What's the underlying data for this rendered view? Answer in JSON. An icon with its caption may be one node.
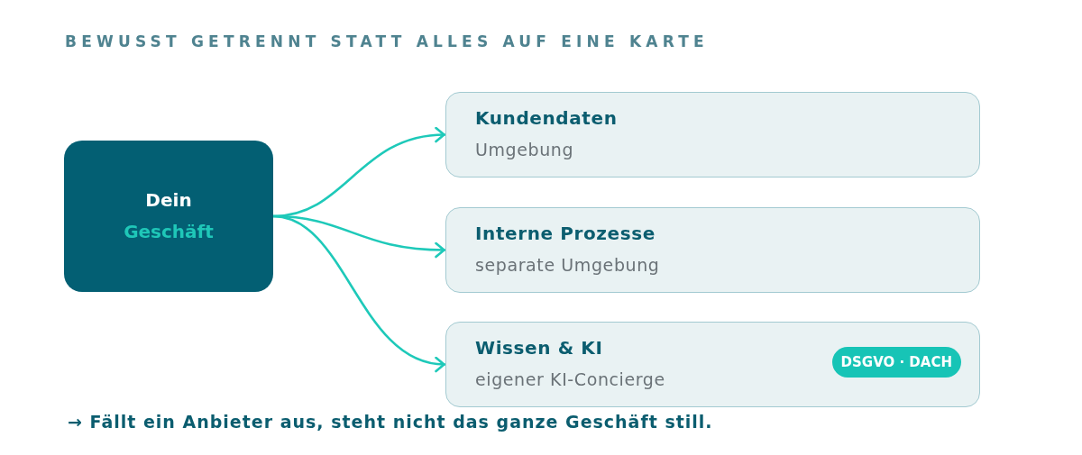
{
  "diagram": {
    "title": "BEWUSST GETRENNT STATT ALLES AUF EINE KARTE",
    "nodes": [
      {
        "text": [
          "Dein",
          "Geschäft"
        ]
      },
      {
        "text": [
          "Kundendaten",
          "Umgebung"
        ]
      },
      {
        "text": [
          "Interne Prozesse",
          "separate Umgebung"
        ]
      },
      {
        "text": [
          "Wissen & KI",
          "eigener KI-Concierge"
        ]
      },
      {
        "text": [
          "DSGVO · DACH"
        ],
        "in": 3
      }
    ],
    "edges": [
      {
        "from": 0,
        "to": 1,
        "arrow": "to"
      },
      {
        "from": 0,
        "to": 2,
        "arrow": "to"
      },
      {
        "from": 0,
        "to": 3,
        "arrow": "to"
      }
    ],
    "labels": [
      "→ Fällt ein Anbieter aus, steht nicht das ganze Geschäft still."
    ]
  }
}
